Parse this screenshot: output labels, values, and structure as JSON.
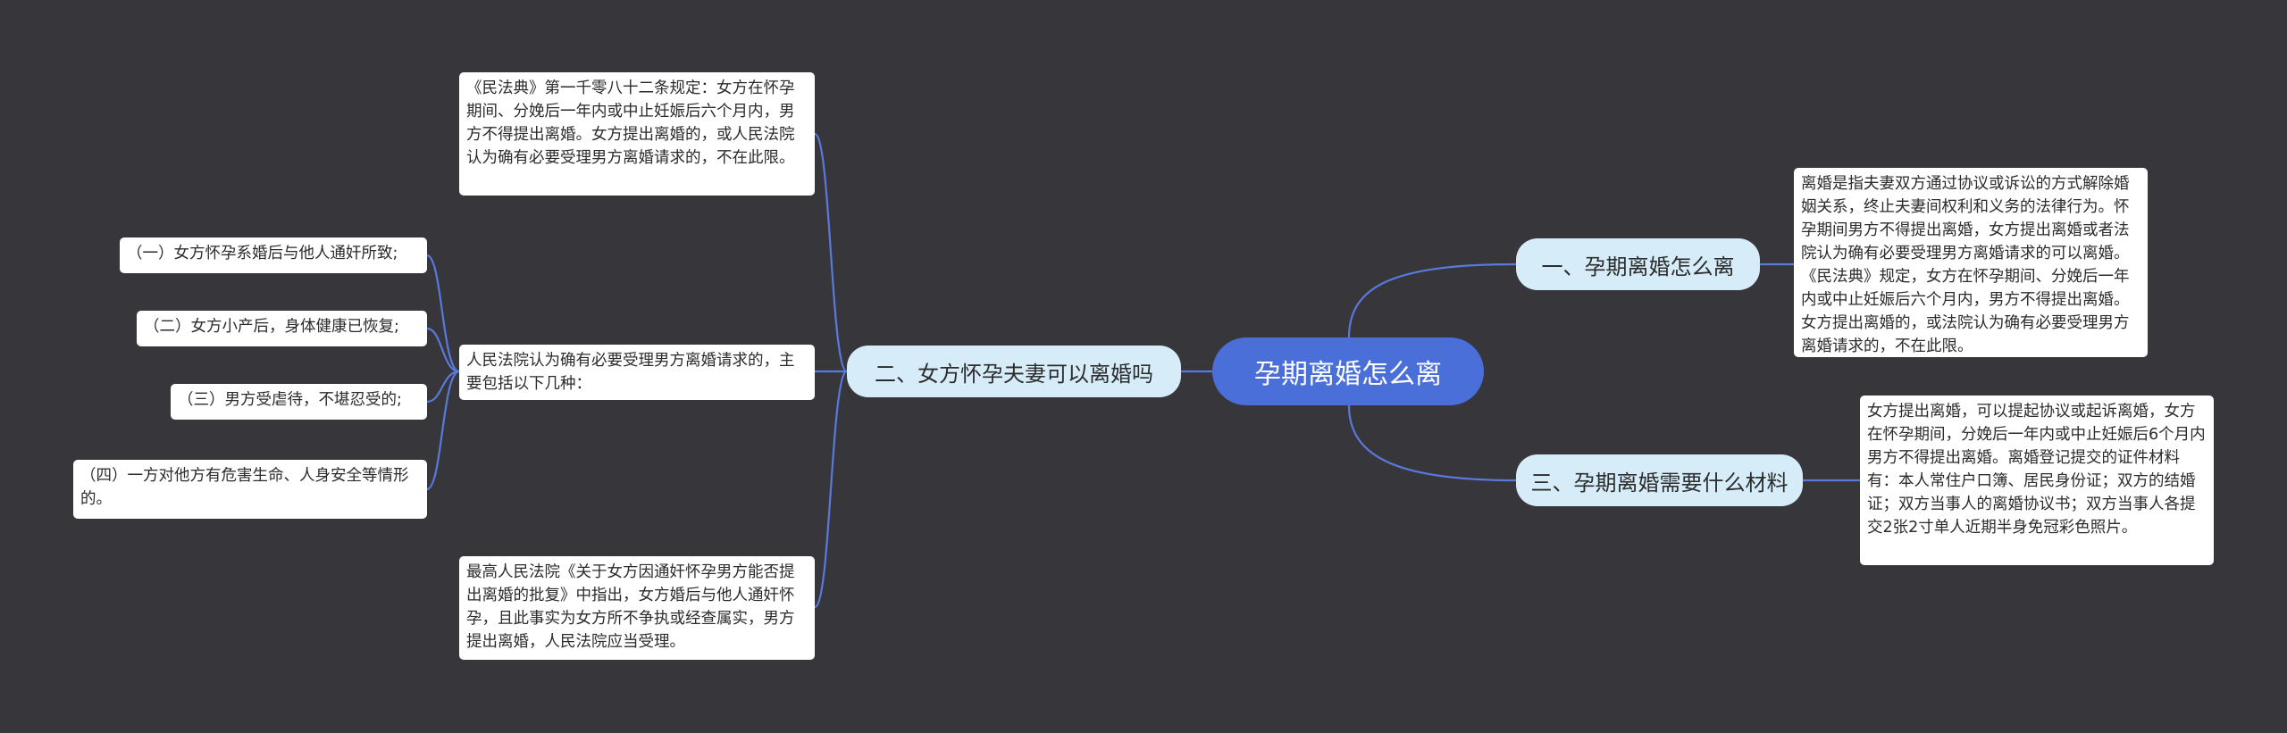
{
  "root": {
    "label": "孕期离婚怎么离"
  },
  "branches": {
    "b1": {
      "label": "一、孕期离婚怎么离"
    },
    "b2": {
      "label": "二、女方怀孕夫妻可以离婚吗"
    },
    "b3": {
      "label": "三、孕期离婚需要什么材料"
    }
  },
  "leaves": {
    "b1_text": "离婚是指夫妻双方通过协议或诉讼的方式解除婚姻关系，终止夫妻间权利和义务的法律行为。怀孕期间男方不得提出离婚，女方提出离婚或者法院认为确有必要受理男方离婚请求的可以离婚。《民法典》规定，女方在怀孕期间、分娩后一年内或中止妊娠后六个月内，男方不得提出离婚。女方提出离婚的，或法院认为确有必要受理男方离婚请求的，不在此限。",
    "b3_text": "女方提出离婚，可以提起协议或起诉离婚，女方在怀孕期间，分娩后一年内或中止妊娠后6个月内男方不得提出离婚。离婚登记提交的证件材料有：本人常住户口簿、居民身份证；双方的结婚证；双方当事人的离婚协议书；双方当事人各提交2张2寸单人近期半身免冠彩色照片。",
    "b2_law": "《民法典》第一千零八十二条规定：女方在怀孕期间、分娩后一年内或中止妊娠后六个月内，男方不得提出离婚。女方提出离婚的，或人民法院认为确有必要受理男方离婚请求的，不在此限。",
    "b2_court": "人民法院认为确有必要受理男方离婚请求的，主要包括以下几种：",
    "b2_reply": "最高人民法院《关于女方因通奸怀孕男方能否提出离婚的批复》中指出，女方婚后与他人通奸怀孕，且此事实为女方所不争执或经查属实，男方提出离婚，人民法院应当受理。",
    "c1": "（一）女方怀孕系婚后与他人通奸所致;",
    "c2": "（二）女方小产后，身体健康已恢复;",
    "c3": "（三）男方受虐待，不堪忍受的;",
    "c4": "（四）一方对他方有危害生命、人身安全等情形的。"
  },
  "colors": {
    "background": "#37363a",
    "root": "#4b6fd8",
    "branch": "#d6edf9",
    "link": "#4b6fd8",
    "leaf": "#ffffff"
  }
}
